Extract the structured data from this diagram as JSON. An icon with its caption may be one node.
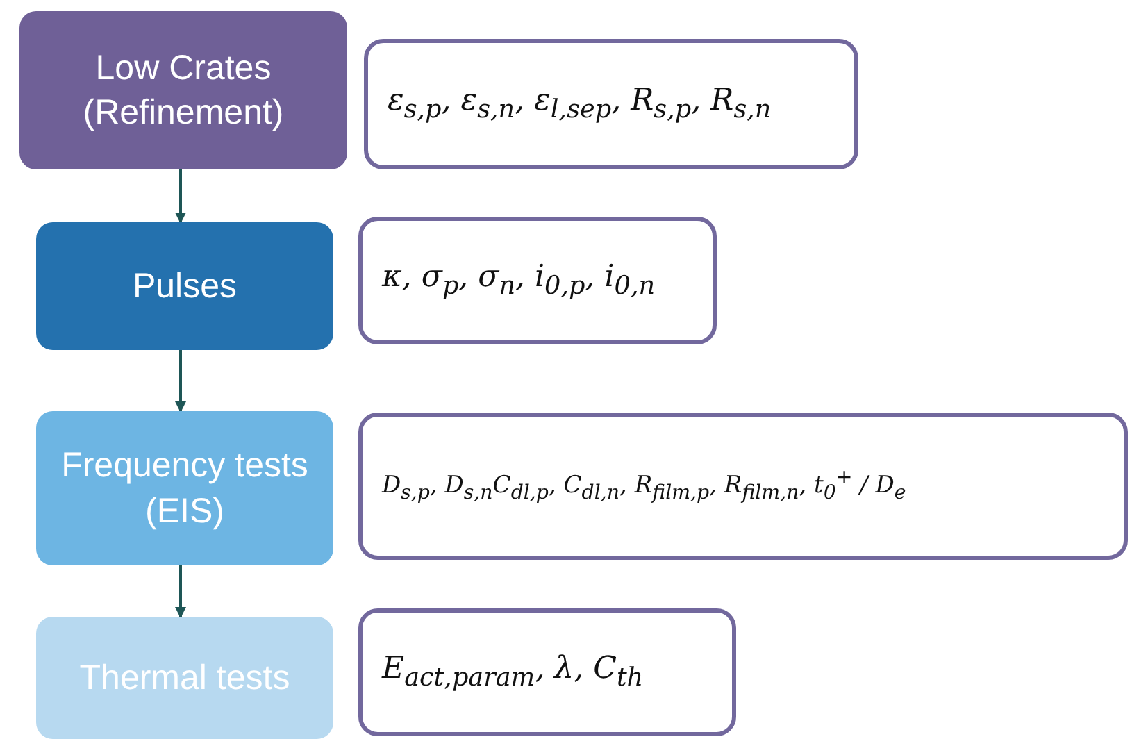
{
  "diagram": {
    "nodes": [
      {
        "text": [
          "Low Crates (Refinement)"
        ]
      },
      {
        "text": [
          "ε$_{s,p}$, ε$_{s,n}$, ε$_{l,sep}$, R$_{s,p}$, R$_{s,n}$"
        ]
      },
      {
        "text": [
          "Pulses"
        ]
      },
      {
        "text": [
          "κ, σ$_{p}$, σ$_{n}$, i$_{0,p}$, i$_{0,n}$"
        ]
      },
      {
        "text": [
          "Frequency tests (EIS)"
        ]
      },
      {
        "text": [
          "D$_{s,p}$, D$_{s,n}$C$_{dl,p}$, C$_{dl,n}$, R$_{film,p}$, R$_{film,n}$, t$_{0}$$^{+}$ / D$_{e}$"
        ]
      },
      {
        "text": [
          "Thermal tests"
        ]
      },
      {
        "text": [
          "E$_{act,param}$, λ, C$_{th}$"
        ]
      }
    ],
    "edges": [
      {
        "from": 0,
        "to": 2,
        "arrow": "to"
      },
      {
        "from": 2,
        "to": 4,
        "arrow": "to"
      },
      {
        "from": 4,
        "to": 6,
        "arrow": "to"
      }
    ]
  }
}
